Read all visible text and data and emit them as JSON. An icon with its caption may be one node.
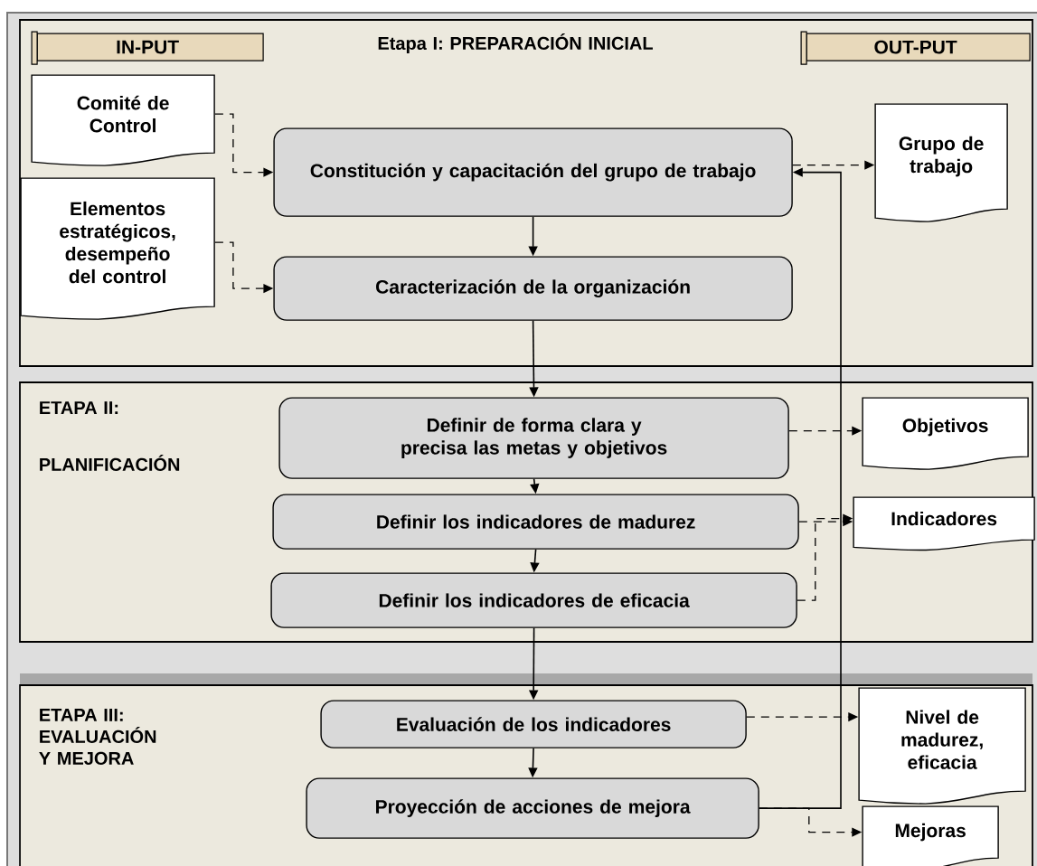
{
  "diagram": {
    "nodes": [
      {
        "text": [
          "Etapa I: PREPARACIÓN INICIAL"
        ]
      },
      {
        "text": [
          "IN-PUT"
        ],
        "in": 0
      },
      {
        "text": [
          "OUT-PUT"
        ],
        "in": 0
      },
      {
        "text": [
          "Comité de Control"
        ],
        "in": 0
      },
      {
        "text": [
          "Elementos estratégicos, desempeño del control"
        ],
        "in": 0
      },
      {
        "text": [
          "Constitución y capacitación del grupo de trabajo"
        ],
        "in": 0
      },
      {
        "text": [
          "Grupo de trabajo"
        ],
        "in": 0
      },
      {
        "text": [
          "Caracterización de la organización"
        ],
        "in": 0
      },
      {
        "text": [
          "ETAPA II:",
          "PLANIFICACIÓN"
        ]
      },
      {
        "text": [
          "Definir de forma clara y precisa las metas y objetivos"
        ],
        "in": 8
      },
      {
        "text": [
          "Objetivos"
        ],
        "in": 8
      },
      {
        "text": [
          "Definir los indicadores de madurez"
        ],
        "in": 8
      },
      {
        "text": [
          "Indicadores"
        ],
        "in": 8
      },
      {
        "text": [
          "Definir los indicadores de eficacia"
        ],
        "in": 8
      },
      {
        "text": [
          "ETAPA III: EVALUACIÓN Y MEJORA"
        ]
      },
      {
        "text": [
          "Evaluación de los indicadores"
        ],
        "in": 14
      },
      {
        "text": [
          "Nivel de madurez, eficacia"
        ],
        "in": 14
      },
      {
        "text": [
          "Proyección de acciones de mejora"
        ],
        "in": 14
      },
      {
        "text": [
          "Mejoras"
        ],
        "in": 14
      }
    ],
    "edges": [
      {
        "from": 3,
        "to": 5,
        "arrow": "to",
        "style": "dashed"
      },
      {
        "from": 4,
        "to": 7,
        "arrow": "to",
        "style": "dashed"
      },
      {
        "from": 5,
        "to": 6,
        "arrow": "to",
        "style": "dashed"
      },
      {
        "from": 5,
        "to": 7,
        "arrow": "to"
      },
      {
        "from": 7,
        "to": 9,
        "arrow": "to"
      },
      {
        "from": 9,
        "to": 10,
        "arrow": "to",
        "style": "dashed"
      },
      {
        "from": 9,
        "to": 11,
        "arrow": "to"
      },
      {
        "from": 11,
        "to": 12,
        "arrow": "to",
        "style": "dashed"
      },
      {
        "from": 13,
        "to": 12,
        "arrow": "to",
        "style": "dashed"
      },
      {
        "from": 11,
        "to": 13,
        "arrow": "to"
      },
      {
        "from": 13,
        "to": 15,
        "arrow": "to"
      },
      {
        "from": 15,
        "to": 16,
        "arrow": "to",
        "style": "dashed"
      },
      {
        "from": 15,
        "to": 17,
        "arrow": "to"
      },
      {
        "from": 17,
        "to": 5,
        "arrow": "to"
      },
      {
        "from": 17,
        "to": 18,
        "arrow": "to",
        "style": "dashed"
      }
    ]
  }
}
